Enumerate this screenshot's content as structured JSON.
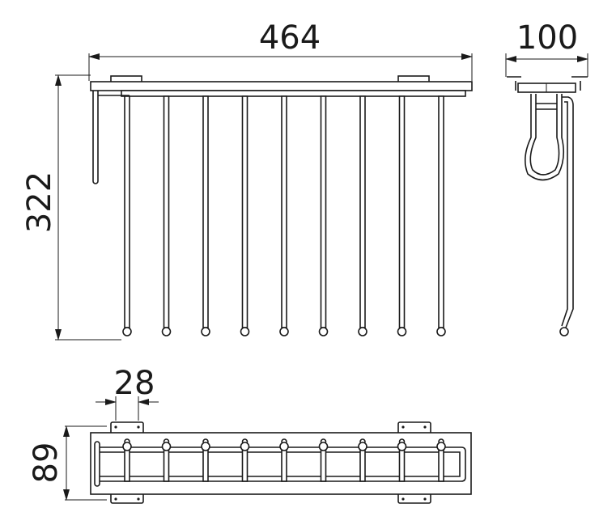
{
  "dimensions": {
    "width": "464",
    "depth": "100",
    "height": "322",
    "bracket_width": "28",
    "bottom_depth": "89"
  },
  "hanger_rods": 9,
  "colors": {
    "line": "#1a1a1a",
    "background": "#ffffff"
  }
}
